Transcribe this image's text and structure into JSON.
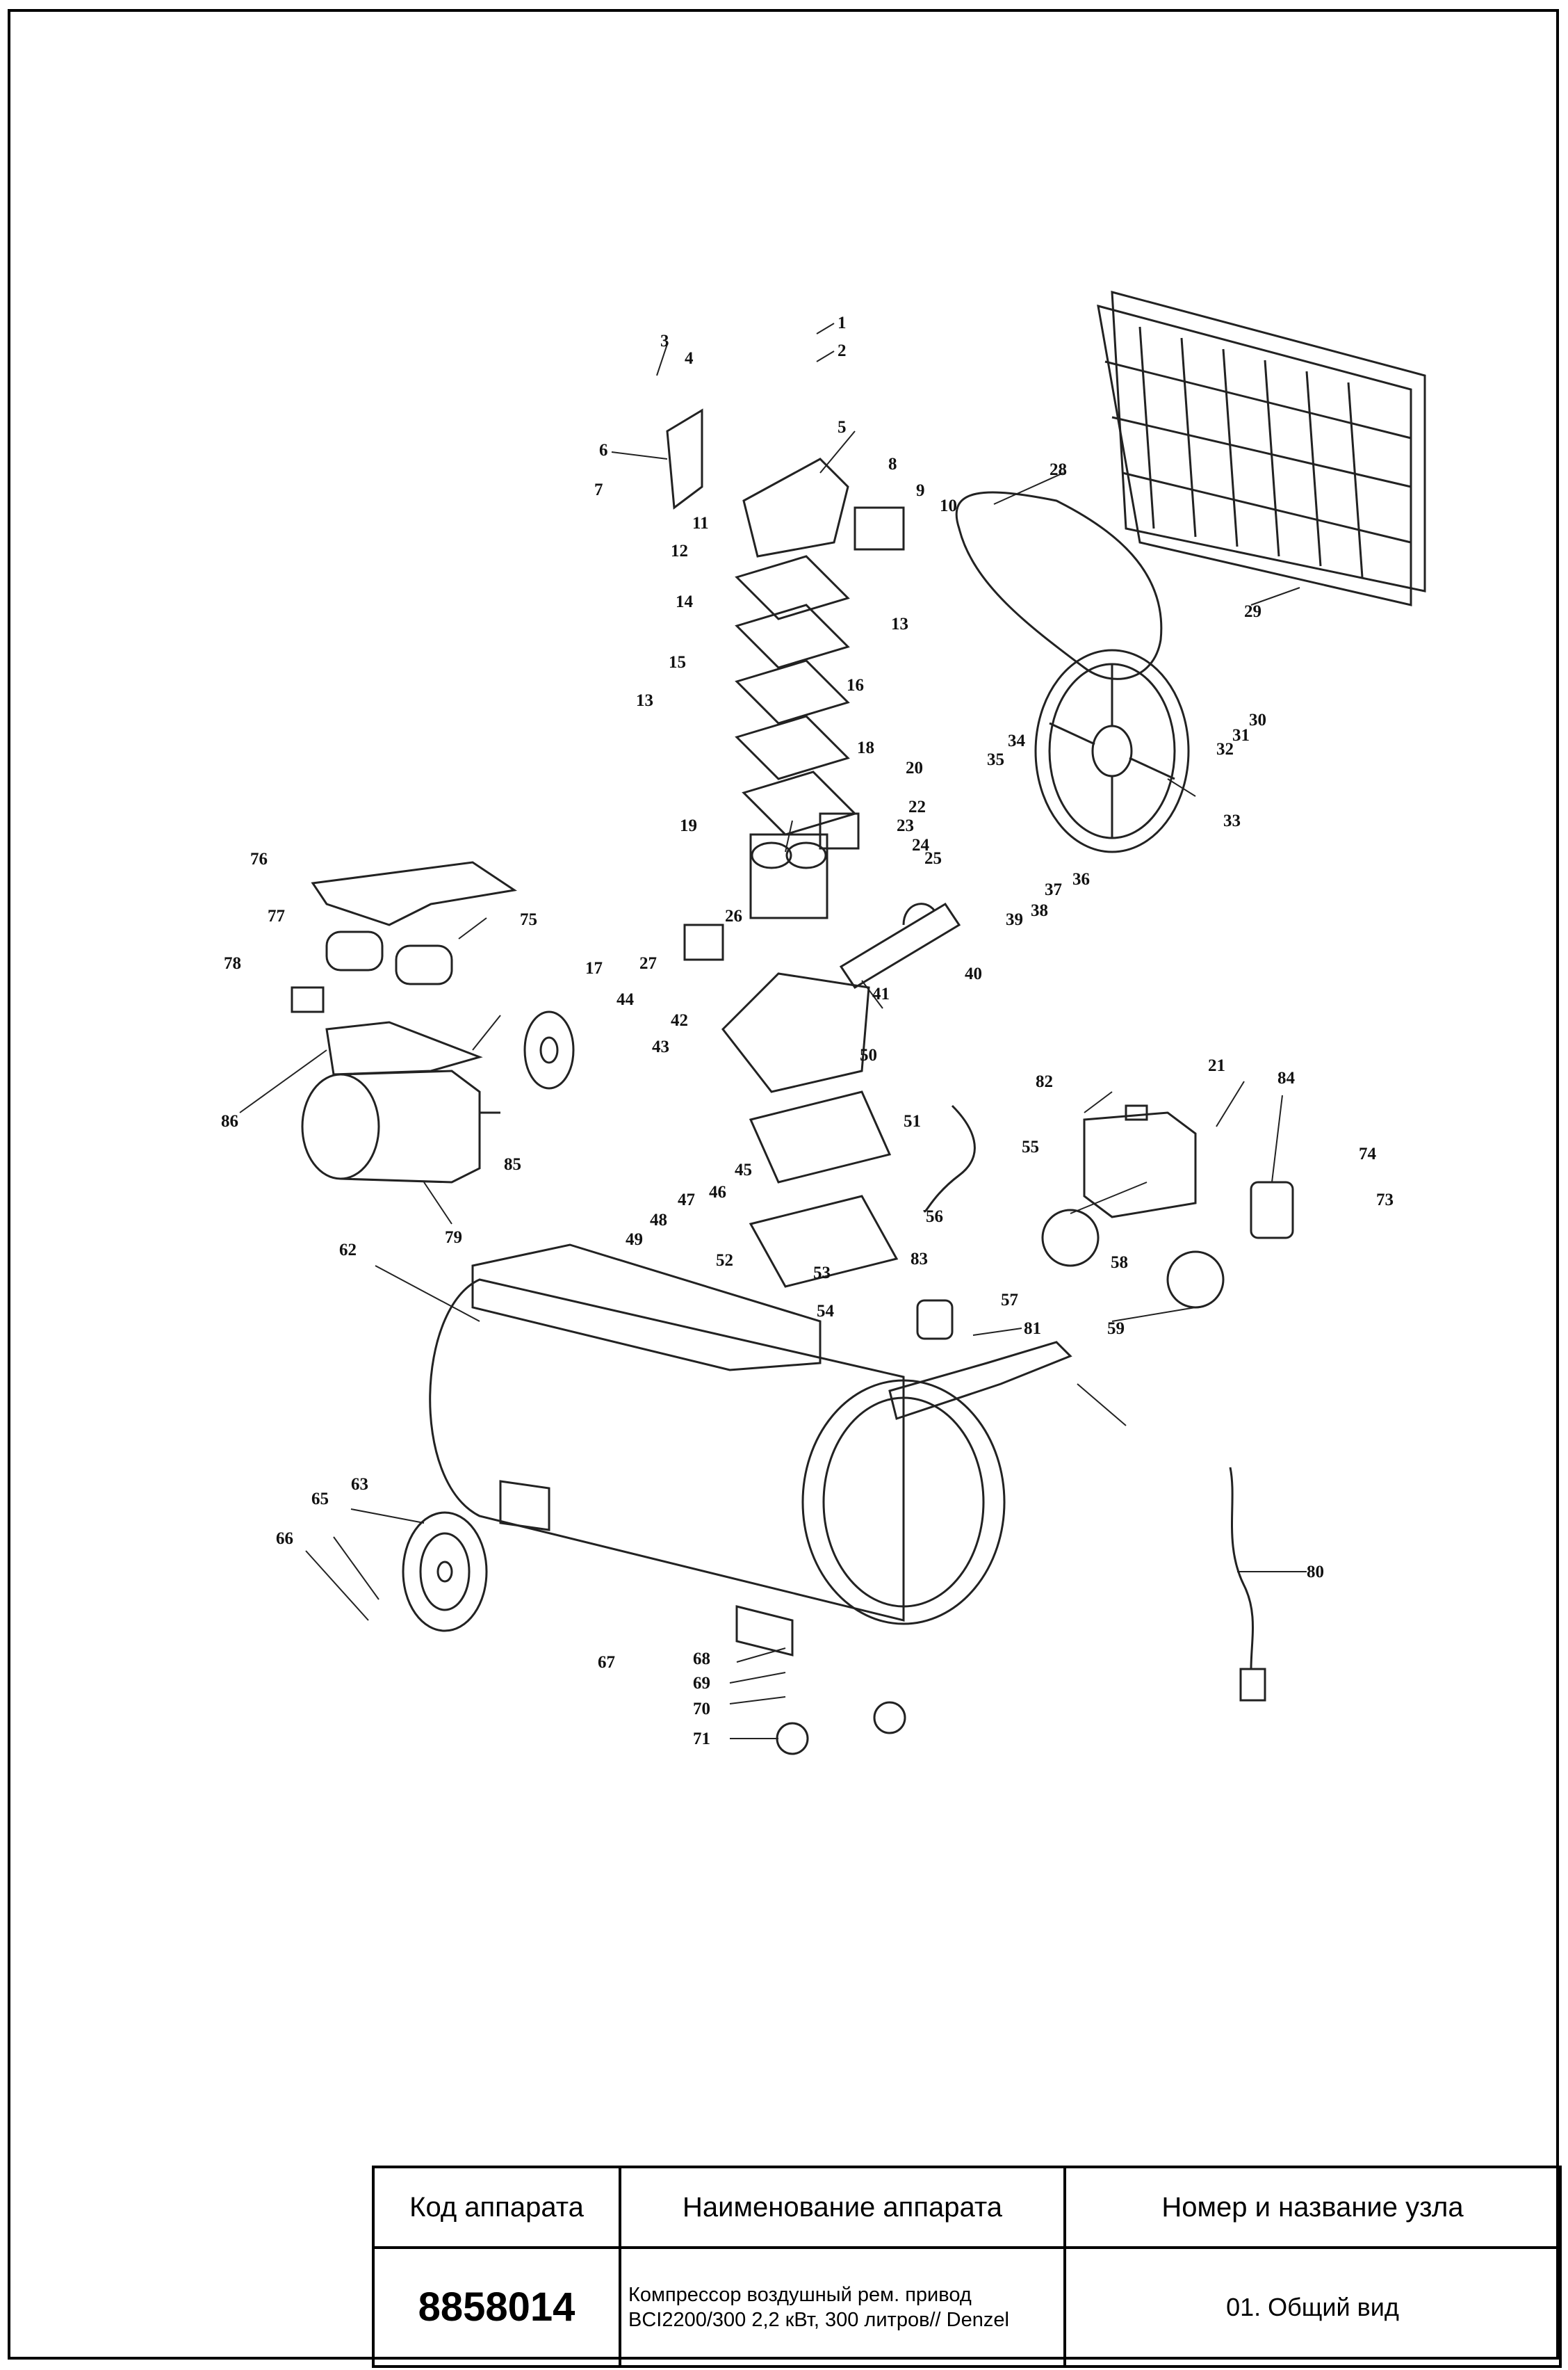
{
  "diagram": {
    "callouts": [
      "1",
      "2",
      "3",
      "4",
      "5",
      "6",
      "7",
      "8",
      "9",
      "10",
      "11",
      "12",
      "13",
      "13",
      "14",
      "15",
      "16",
      "17",
      "18",
      "19",
      "20",
      "21",
      "22",
      "23",
      "24",
      "25",
      "26",
      "27",
      "28",
      "29",
      "30",
      "31",
      "32",
      "33",
      "34",
      "35",
      "36",
      "37",
      "38",
      "39",
      "40",
      "41",
      "42",
      "43",
      "44",
      "45",
      "46",
      "47",
      "48",
      "49",
      "50",
      "51",
      "52",
      "53",
      "54",
      "55",
      "56",
      "57",
      "58",
      "59",
      "62",
      "63",
      "65",
      "66",
      "67",
      "68",
      "69",
      "70",
      "71",
      "73",
      "74",
      "75",
      "76",
      "77",
      "78",
      "79",
      "80",
      "81",
      "82",
      "83",
      "84",
      "85",
      "86"
    ]
  },
  "titleblock": {
    "col1_header": "Код аппарата",
    "col2_header": "Наименование аппарата",
    "col3_header": "Номер и название узла",
    "code": "8858014",
    "name_line1": "Компрессор воздушный рем. привод",
    "name_line2": "BCI2200/300  2,2 кВт, 300 литров// Denzel",
    "node": "01. Общий вид"
  }
}
